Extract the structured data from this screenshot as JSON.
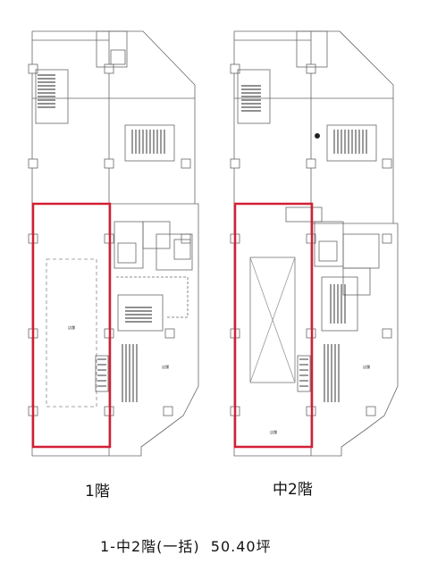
{
  "floors": [
    {
      "label": "1階",
      "room_label": "店舗",
      "side_label": "店舗"
    },
    {
      "label": "中2階",
      "room_label": "店舗",
      "side_label": "店舗"
    }
  ],
  "caption": "1-中2階(一括)  50.40坪",
  "colors": {
    "highlight": "#d21f34",
    "line": "#555555",
    "hatch": "#222222"
  }
}
